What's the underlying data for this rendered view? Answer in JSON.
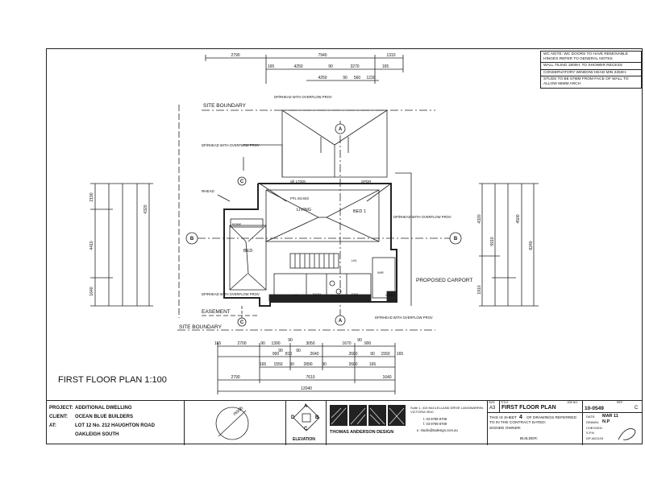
{
  "notes": [
    "WC NOTE: WC DOORS TO HAVE REMOVABLE HINGES REFER TO GENERAL NOTES",
    "WALL TILING 1800H. TO SHOWER RECESS",
    "CONSERVATORY WINDOW HEAD MIN 2250H.",
    "STUDS TO BE 57MM FROM FACE OF WALL TO ALLOW 65MM ARCH"
  ],
  "plan": {
    "title": "FIRST FLOOR PLAN  1:100",
    "site_boundary": "SITE BOUNDARY",
    "easement": "EASEMENT",
    "proposed_carport": "PROPOSED CARPORT",
    "rhead": "RHEAD",
    "rooms": {
      "living": "LIVING",
      "bed1": "BED 1",
      "bed": "BED",
      "robe": "ROBE",
      "bath": "BATH",
      "wc": "WC",
      "ens": "ENS",
      "lin": "LIN",
      "wir": "WIR",
      "spdr": "SPDR",
      "ffl": "FFL 84.843",
      "sill": "sill 1700h"
    },
    "dpr_labels": [
      "DP/RHEAD WITH OVERFLOW PROV",
      "DP/RHEAD WITH OVERFLOW PROV",
      "DP/RHEAD WITH OVERFLOW PROV",
      "DP/RHEAD WITH OVERFLOW PROV",
      "DP/RHEAD WITH OVERFLOW PROV"
    ],
    "section_markers": [
      "A",
      "A",
      "B",
      "B",
      "C",
      "C"
    ],
    "top_dims": {
      "row1": [
        "2790",
        "7940",
        "1310"
      ],
      "row2": [
        "165",
        "4250",
        "90",
        "3270",
        "165"
      ],
      "row3": [
        "4250",
        "90",
        "560",
        "1230"
      ]
    },
    "bottom_dims": {
      "row1": [
        "165",
        "2700",
        "90",
        "1390",
        "90",
        "3050",
        "1670",
        "90",
        "900"
      ],
      "row2": [
        "90",
        "900",
        "810",
        "90",
        "2640",
        "2660",
        "90",
        "1550",
        "165"
      ],
      "row3": [
        "165",
        "1550",
        "90",
        "2890",
        "90",
        "2660",
        "165"
      ],
      "row4": [
        "2790",
        "7610",
        "1640"
      ],
      "total": "12040"
    },
    "left_dims": [
      "2190",
      "4410",
      "1640",
      "4320"
    ],
    "right_dims": [
      "4320",
      "5910",
      "1910",
      "4500",
      "8240"
    ]
  },
  "title_block": {
    "project_label": "PROJECT:",
    "project": "ADDITIONAL DWELLING",
    "client_label": "CLIENT:",
    "client": "OCEAN BLUE BUILDERS",
    "at_label": "AT:",
    "address1": "LOT 12 No. 212 HAUGHTON ROAD",
    "address2": "OAKLEIGH SOUTH",
    "north": "north",
    "elevation": "ELEVATION",
    "elev_letters": [
      "A",
      "B",
      "C",
      "D"
    ],
    "designer": "THOMAS ANDERSON DESIGN",
    "address_small": "Suite 1, 415 McCLELLAND DRIVE LANGWARRIN, VICTORIA 3910",
    "phone1": "t. 03 9789 8708",
    "phone2": "f. 03 9789 8709",
    "email": "e. studio@tadesign.com.au",
    "size_label": "SIZE",
    "size": "A3",
    "title_label": "TITLE",
    "title": "FIRST FLOOR PLAN",
    "jobno_label": "JOB NO:",
    "jobno": "10-0549",
    "ref_label": "REF:",
    "ref": "C",
    "sheet_text_a": "THIS IS SHEET",
    "sheet_no": "4",
    "sheet_text_b": "OF DRAWINGS REFERRED",
    "sheet_text_c": "TO IN THE CONTRACT DATED:",
    "signed_owner": "SIGNED OWNER:",
    "builder": "BUILDER:",
    "date_label": "DATE:",
    "date": "MAR 11",
    "drawn_label": "DRAWN:",
    "drawn": "N.P",
    "checked_label": "CHECKED:",
    "checked": "S.P.N",
    "rev": "DP-AD1109"
  }
}
